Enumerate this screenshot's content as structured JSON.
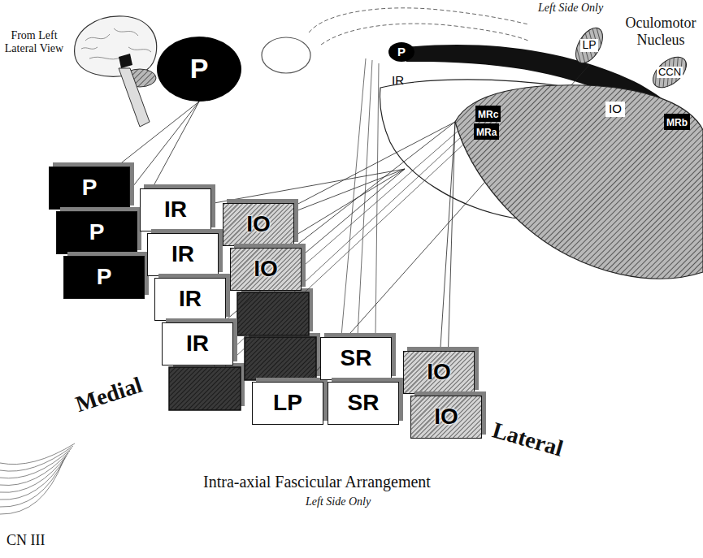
{
  "diagram": {
    "nodes": [
      {
        "text": [
          "P"
        ]
      },
      {
        "text": [
          "P"
        ]
      },
      {
        "text": [
          "LP"
        ]
      },
      {
        "text": [
          "CCN"
        ]
      },
      {
        "text": [
          "IR"
        ]
      },
      {
        "text": [
          "IO"
        ]
      },
      {
        "text": [
          "MRc"
        ],
        "in": 5
      },
      {
        "text": [
          "MRa"
        ],
        "in": 5
      },
      {
        "text": [
          "MRb"
        ],
        "in": 5
      },
      {
        "text": [
          "P"
        ]
      },
      {
        "text": [
          "P"
        ]
      },
      {
        "text": [
          "P"
        ]
      },
      {
        "text": [
          "IR"
        ]
      },
      {
        "text": [
          "IR"
        ]
      },
      {
        "text": [
          "IR"
        ]
      },
      {
        "text": [
          "IR"
        ]
      },
      {
        "text": [
          "IO"
        ]
      },
      {
        "text": [
          "IO"
        ]
      },
      {
        "text": [
          "LP"
        ]
      },
      {
        "text": [
          "SR"
        ]
      },
      {
        "text": [
          "SR"
        ]
      },
      {
        "text": [
          "IO"
        ]
      },
      {
        "text": [
          "IO"
        ]
      }
    ],
    "edges": [
      {
        "from": 0,
        "to": 9,
        "arrow": "none"
      },
      {
        "from": 0,
        "to": 10,
        "arrow": "none"
      },
      {
        "from": 0,
        "to": 11,
        "arrow": "none"
      },
      {
        "from": 4,
        "to": 12,
        "arrow": "none"
      },
      {
        "from": 4,
        "to": 13,
        "arrow": "none"
      },
      {
        "from": 4,
        "to": 14,
        "arrow": "none"
      },
      {
        "from": 4,
        "to": 15,
        "arrow": "none"
      },
      {
        "from": 5,
        "to": 16,
        "arrow": "none"
      },
      {
        "from": 5,
        "to": 17,
        "arrow": "none"
      },
      {
        "from": 5,
        "to": 21,
        "arrow": "none"
      },
      {
        "from": 5,
        "to": 22,
        "arrow": "none"
      },
      {
        "from": 2,
        "to": 18,
        "arrow": "none"
      }
    ],
    "labels": [
      "From Left Lateral View",
      "Left Side Only",
      "Oculomotor Nucleus",
      "Medial",
      "Lateral",
      "Intra-axial Fascicular Arrangement",
      "Left Side Only",
      "CN III"
    ]
  }
}
